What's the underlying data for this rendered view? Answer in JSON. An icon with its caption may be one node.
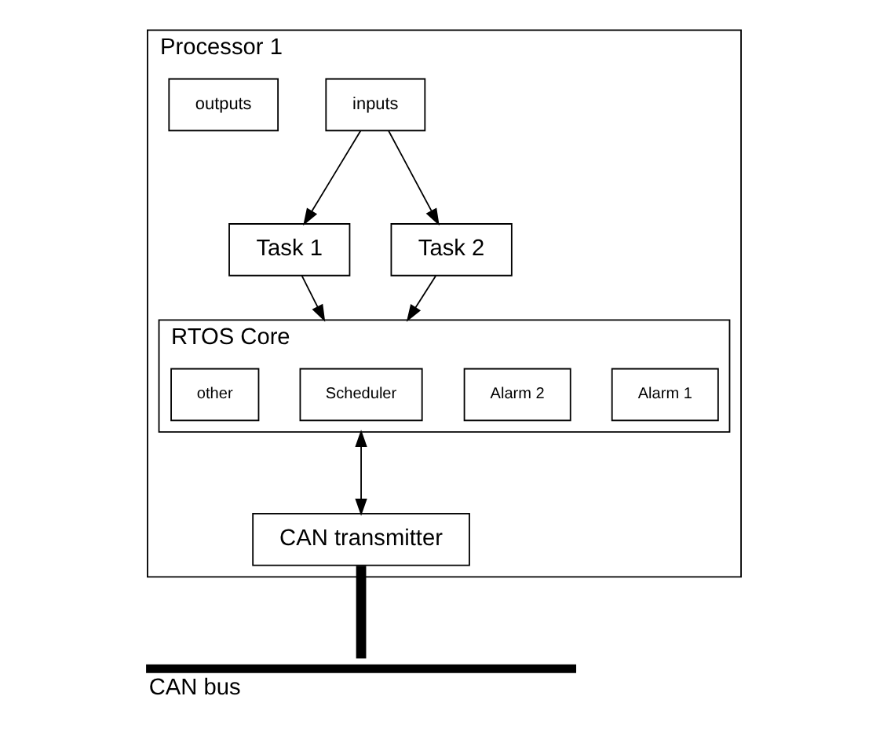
{
  "diagram": {
    "nodes": [
      {
        "text": [
          "Processor 1"
        ]
      },
      {
        "text": [
          "inputs"
        ],
        "in": 0
      },
      {
        "text": [
          "outputs"
        ],
        "in": 0
      },
      {
        "text": [
          "Task 1"
        ],
        "in": 0
      },
      {
        "text": [
          "Task 2"
        ],
        "in": 0
      },
      {
        "text": [
          "RTOS Core"
        ],
        "in": 0
      },
      {
        "text": [
          "Alarm 1"
        ],
        "in": 5
      },
      {
        "text": [
          "Alarm 2"
        ],
        "in": 5
      },
      {
        "text": [
          "Scheduler"
        ],
        "in": 5
      },
      {
        "text": [
          "other"
        ],
        "in": 5
      },
      {
        "text": [
          "CAN transmitter"
        ],
        "in": 0
      },
      {
        "text": [
          "CAN bus"
        ]
      }
    ],
    "edges": [
      {
        "from": 1,
        "to": 3,
        "arrow": "to"
      },
      {
        "from": 1,
        "to": 4,
        "arrow": "to"
      },
      {
        "from": 3,
        "to": 5,
        "arrow": "to"
      },
      {
        "from": 4,
        "to": 5,
        "arrow": "to"
      },
      {
        "from": 5,
        "to": 10,
        "arrow": "both"
      },
      {
        "from": 10,
        "to": 11,
        "arrow": "none",
        "style": "thick"
      }
    ]
  }
}
